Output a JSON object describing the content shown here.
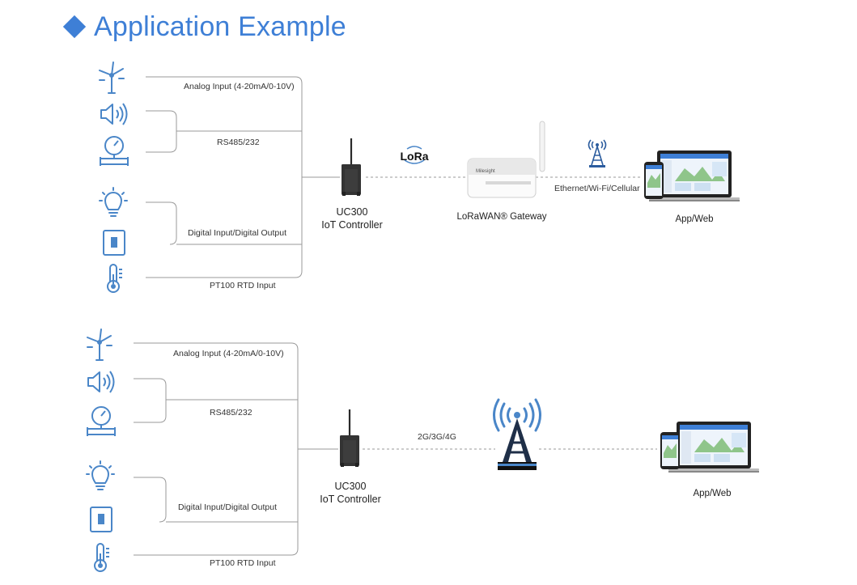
{
  "header": {
    "title": "Application Example"
  },
  "diagram1": {
    "labels": {
      "analog": "Analog Input (4-20mA/0-10V)",
      "rs485": "RS485/232",
      "digital": "Digital Input/Digital Output",
      "pt100": "PT100 RTD Input",
      "controller_model": "UC300",
      "controller_name": "IoT Controller",
      "lora": "LoRa",
      "gateway": "LoRaWAN® Gateway",
      "gateway_brand": "Milesight",
      "network": "Ethernet/Wi-Fi/Cellular",
      "app": "App/Web"
    }
  },
  "diagram2": {
    "labels": {
      "analog": "Analog Input (4-20mA/0-10V)",
      "rs485": "RS485/232",
      "digital": "Digital Input/Digital Output",
      "pt100": "PT100 RTD Input",
      "controller_model": "UC300",
      "controller_name": "IoT Controller",
      "network": "2G/3G/4G",
      "app": "App/Web"
    }
  },
  "icons": [
    "wind-turbine-icon",
    "speaker-icon",
    "pressure-gauge-icon",
    "light-bulb-icon",
    "wall-switch-icon",
    "thermometer-icon",
    "cell-tower-icon",
    "laptop-icon",
    "phone-icon"
  ],
  "colors": {
    "accent": "#3e7fd6",
    "icon": "#4a86c8",
    "line": "#9a9a9a",
    "device": "#2e2e2e"
  }
}
